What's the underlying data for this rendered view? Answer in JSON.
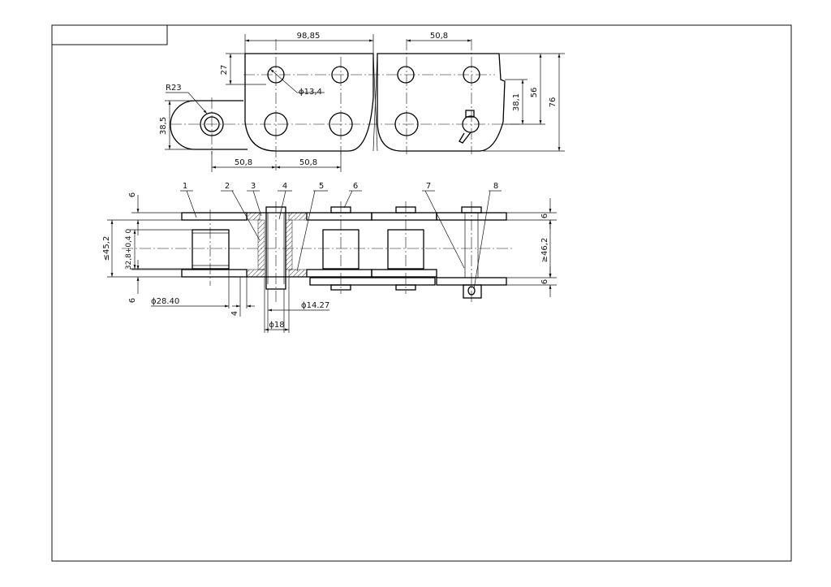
{
  "drawing": {
    "top_view": {
      "dim_pitch_pair": "98,85",
      "dim_pitch_top": "50,8",
      "dim_top_to_hole": "27",
      "dim_hole_dia": "ϕ13,4",
      "dim_radius": "R23",
      "dim_hole_height": "38,5",
      "dim_pitch_bottom_left": "50,8",
      "dim_pitch_bottom_right": "50,8",
      "dim_attach_height": "38,1",
      "dim_height_56": "56",
      "dim_overall_height": "76"
    },
    "section_view": {
      "part_numbers": [
        "1",
        "2",
        "3",
        "4",
        "5",
        "6",
        "7",
        "8"
      ],
      "dim_plate_top_left": "6",
      "dim_plate_bottom_left": "6",
      "dim_plate_top_right": "6",
      "dim_plate_bottom_right": "6",
      "dim_inner_width_max": "≤45,2",
      "dim_inner_width_tol": "32,8+0,4 0",
      "dim_outer_width_min": "≥46,2",
      "dim_roller_dia": "ϕ28.40",
      "dim_gap": "4",
      "dim_pin_dia": "ϕ14.27",
      "dim_bush_dia": "ϕ18"
    }
  }
}
